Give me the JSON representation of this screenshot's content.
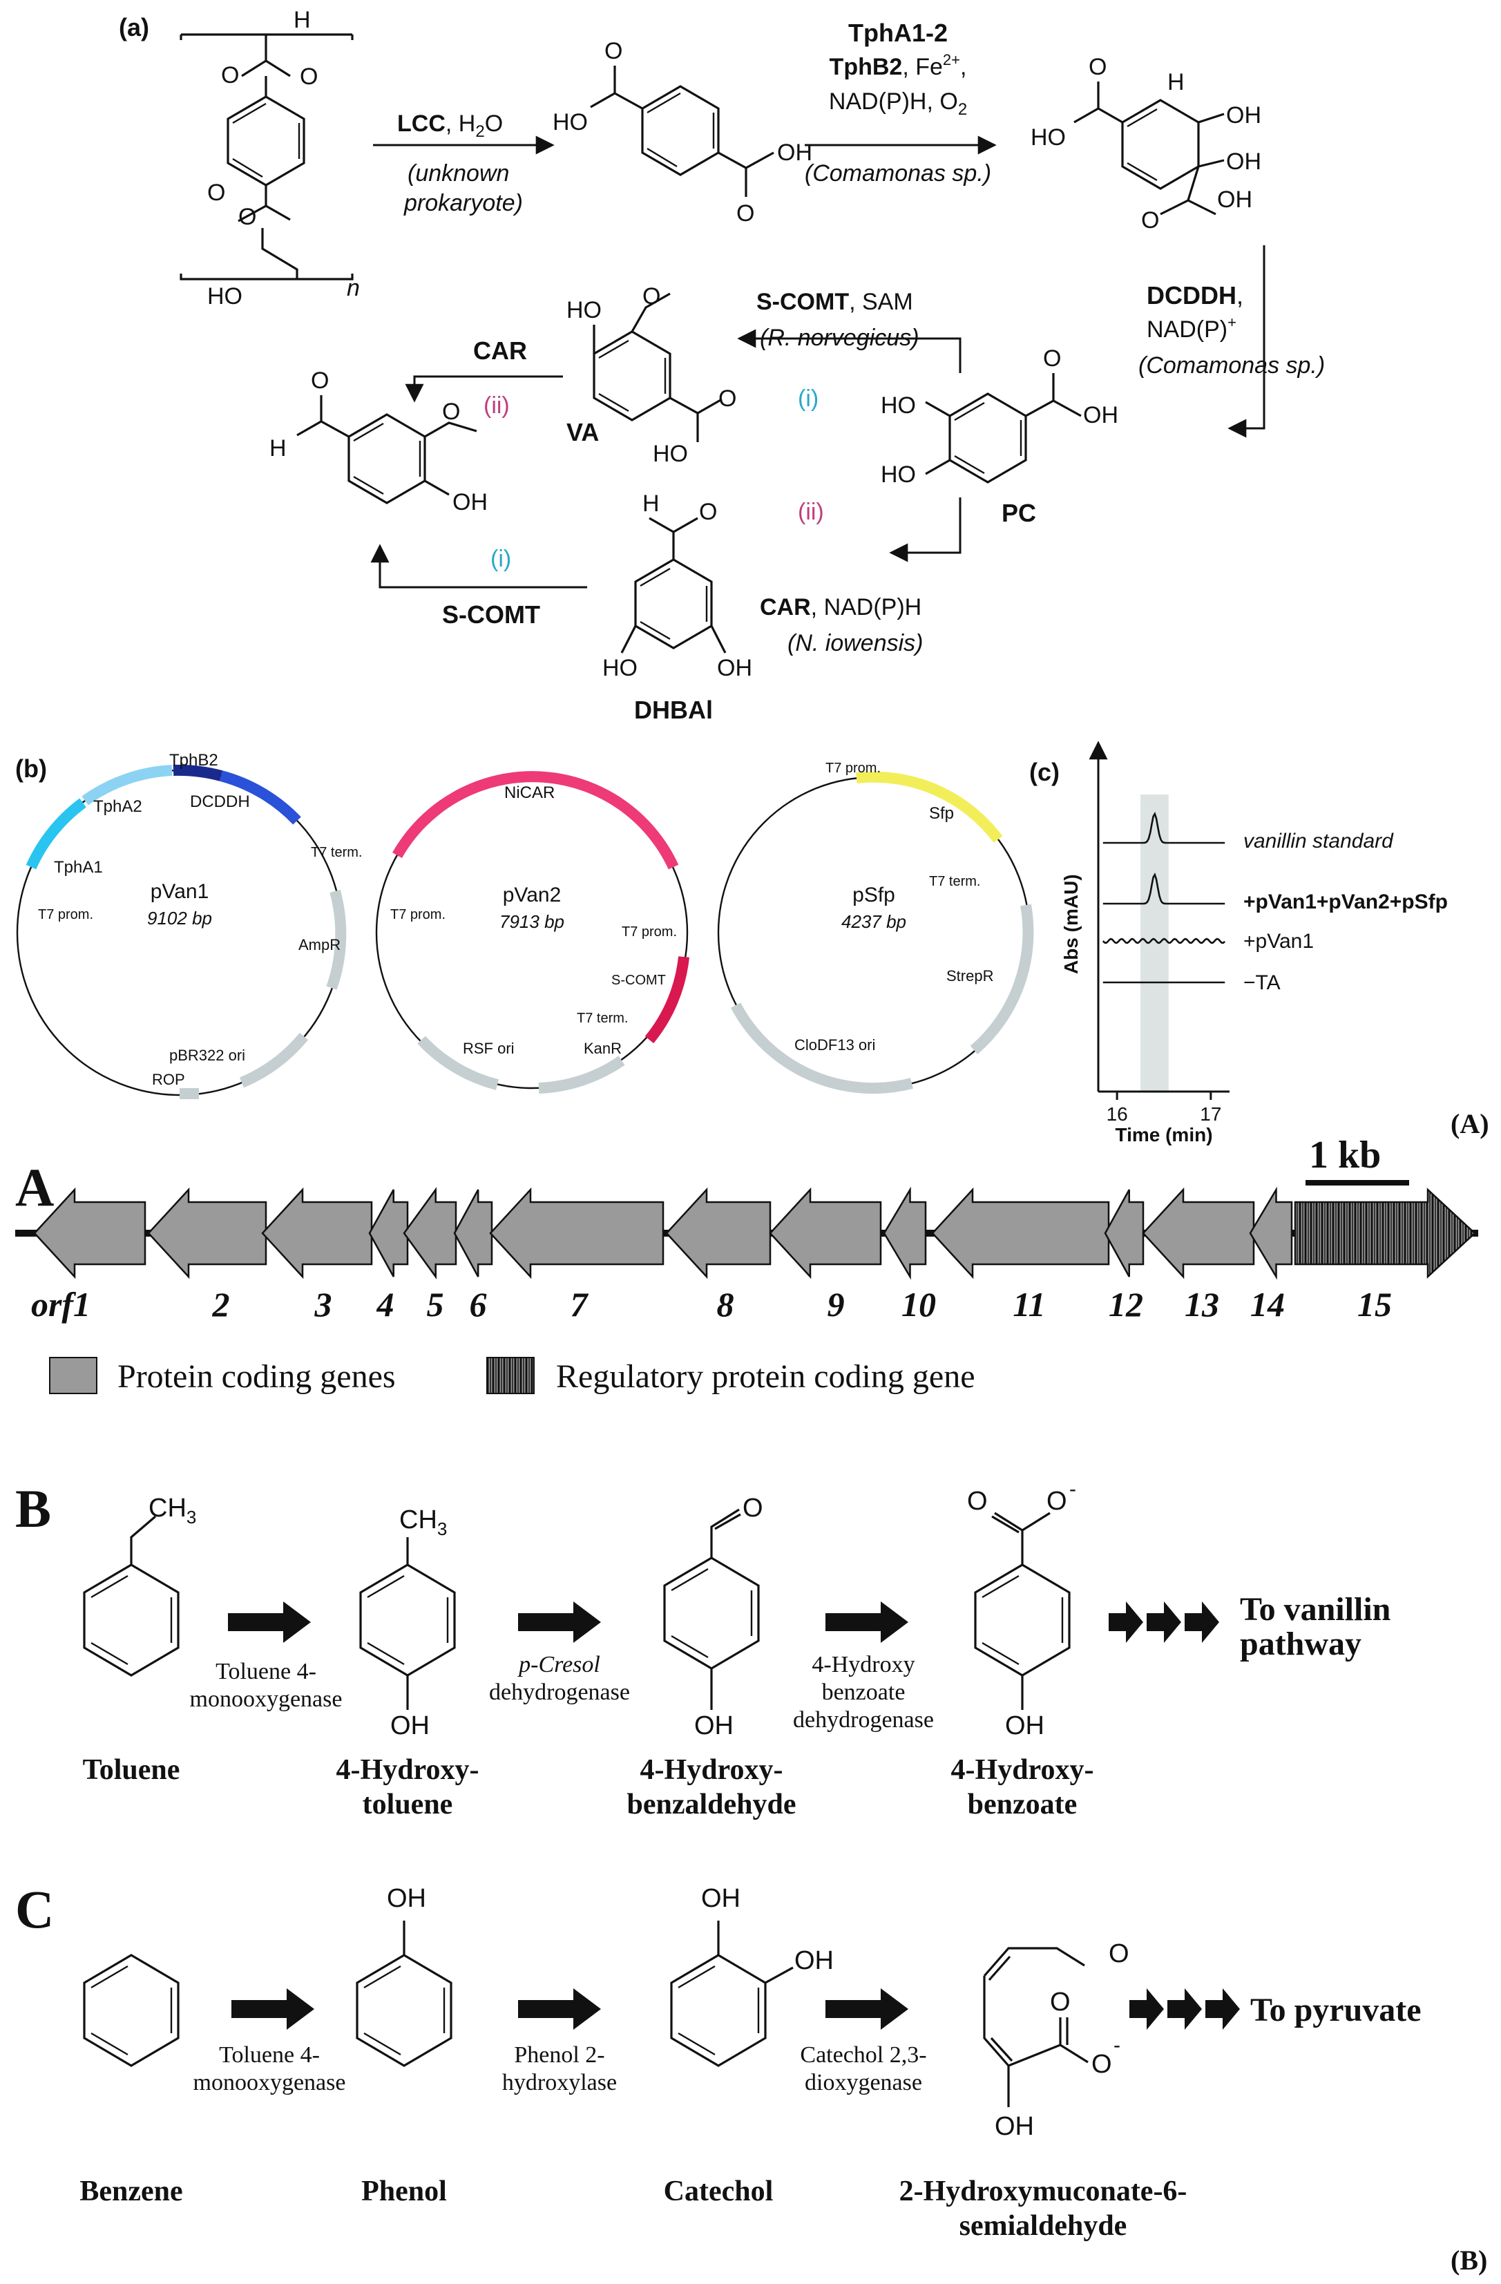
{
  "panel_a": {
    "label": "(a)",
    "pet_labels": {
      "h": "H",
      "o1": "O",
      "o2": "O",
      "o3": "O",
      "o4": "O",
      "ho": "HO",
      "n": "n"
    },
    "step1": {
      "enzyme": "LCC",
      "cond": ", H",
      "sub": "2",
      "tail": "O",
      "org1": "(unknown",
      "org2": "prokaryote)"
    },
    "ta_labels": {
      "ho": "HO",
      "o_top": "O",
      "oh": "OH",
      "o_bot": "O"
    },
    "step2": {
      "l1": "TphA1-2",
      "l2a": "TphB2",
      "l2b": ", Fe",
      "l2sup": "2+",
      "l2c": ",",
      "l3a": "NAD(P)H, O",
      "l3sub": "2",
      "org": "(Comamonas sp.)"
    },
    "diol_labels": {
      "ho": "HO",
      "o": "O",
      "h": "H",
      "oh1": "OH",
      "oh2": "OH",
      "o2": "O",
      "oh3": "OH"
    },
    "step3": {
      "enzyme": "DCDDH",
      "comma": ",",
      "cof": "NAD(P)",
      "sup": "+",
      "org": "(Comamonas sp.)"
    },
    "pc": {
      "name": "PC",
      "ho1": "HO",
      "ho2": "HO",
      "o": "O",
      "oh": "OH"
    },
    "va": {
      "name": "VA",
      "ho": "HO",
      "ome": "O",
      "o": "O",
      "ho2": "HO"
    },
    "vanillin_labels": {
      "h": "H",
      "o": "O",
      "ome": "O",
      "oh": "OH"
    },
    "dhbal": {
      "name": "DHBAl",
      "h": "H",
      "o": "O",
      "ho": "HO",
      "oh": "OH"
    },
    "step4": {
      "enzyme": "S-COMT",
      "cof": ", SAM",
      "org": "(R. norvegicus)",
      "tag": "(i)"
    },
    "step5": {
      "enzyme": "CAR",
      "tag": "(ii)"
    },
    "step6": {
      "enzyme": "CAR",
      "cof": ", NAD(P)H",
      "org": "(N. iowensis)",
      "tag": "(ii)"
    },
    "step7": {
      "enzyme": "S-COMT",
      "tag": "(i)"
    }
  },
  "panel_b": {
    "label": "(b)",
    "plasmids": [
      {
        "name": "pVan1",
        "size": "9102 bp",
        "features": [
          "TphB2",
          "TphA2",
          "DCDDH",
          "TphA1",
          "T7 term.",
          "T7 prom.",
          "AmpR",
          "pBR322 ori",
          "ROP"
        ]
      },
      {
        "name": "pVan2",
        "size": "7913 bp",
        "features": [
          "NiCAR",
          "T7 prom.",
          "T7 prom.",
          "S-COMT",
          "T7 term.",
          "RSF ori",
          "KanR"
        ]
      },
      {
        "name": "pSfp",
        "size": "4237 bp",
        "features": [
          "T7 prom.",
          "Sfp",
          "T7 term.",
          "StrepR",
          "CloDF13 ori"
        ]
      }
    ]
  },
  "panel_c": {
    "label": "(c)",
    "ylabel": "Abs (mAU)",
    "xlabel": "Time (min)",
    "xticks": [
      "16",
      "17"
    ],
    "traces": [
      "vanillin standard",
      "+pVan1+pVan2+pSfp",
      "+pVan1",
      "−TA"
    ]
  },
  "chart_data": {
    "type": "line",
    "title": "",
    "xlabel": "Time (min)",
    "ylabel": "Abs (mAU)",
    "xlim": [
      15.8,
      17.2
    ],
    "grid": false,
    "highlight_x": [
      16.25,
      16.55
    ],
    "series": [
      {
        "name": "vanillin standard",
        "peak_at": 16.4,
        "peak_height": 1.0
      },
      {
        "name": "+pVan1+pVan2+pSfp",
        "peak_at": 16.4,
        "peak_height": 1.0
      },
      {
        "name": "+pVan1",
        "peak_at": null,
        "peak_height": 0.0
      },
      {
        "name": "−TA",
        "peak_at": null,
        "peak_height": 0.0
      }
    ]
  },
  "figure_A_tag": "(A)",
  "figure_B_tag": "(B)",
  "panel_A": {
    "label": "A",
    "scale": "1 kb",
    "genes": [
      "orf1",
      "2",
      "3",
      "4",
      "5",
      "6",
      "7",
      "8",
      "9",
      "10",
      "11",
      "12",
      "13",
      "14",
      "15"
    ],
    "legend_protein": "Protein coding genes",
    "legend_regulatory": "Regulatory protein coding gene"
  },
  "panel_B": {
    "label": "B",
    "compounds": [
      {
        "l1": "Toluene",
        "l2": ""
      },
      {
        "l1": "4-Hydroxy-",
        "l2": "toluene"
      },
      {
        "l1": "4-Hydroxy-",
        "l2": "benzaldehyde"
      },
      {
        "l1": "4-Hydroxy-",
        "l2": "benzoate"
      }
    ],
    "enzymes": [
      {
        "l1": "Toluene 4-",
        "l2": "monooxygenase",
        "l3": ""
      },
      {
        "l1": "p-Cresol",
        "l2": "dehydrogenase",
        "l3": ""
      },
      {
        "l1": "4-Hydroxy",
        "l2": "benzoate",
        "l3": "dehydrogenase"
      }
    ],
    "atoms": {
      "ch3a": "CH",
      "ch3a_sub": "3",
      "ch3b": "CH",
      "ch3b_sub": "3",
      "oh1": "OH",
      "o_ald": "O",
      "oh2": "OH",
      "o_acid": "O",
      "o_minus": "O",
      "charge": "-",
      "oh3": "OH"
    },
    "end_l1": "To vanillin",
    "end_l2": "pathway"
  },
  "panel_C": {
    "label": "C",
    "compounds": [
      {
        "l1": "Benzene",
        "l2": ""
      },
      {
        "l1": "Phenol",
        "l2": ""
      },
      {
        "l1": "Catechol",
        "l2": ""
      },
      {
        "l1": "2-Hydroxymuconate-6-",
        "l2": "semialdehyde"
      }
    ],
    "enzymes": [
      {
        "l1": "Toluene 4-",
        "l2": "monooxygenase"
      },
      {
        "l1": "Phenol 2-",
        "l2": "hydroxylase"
      },
      {
        "l1": "Catechol 2,3-",
        "l2": "dioxygenase"
      }
    ],
    "atoms": {
      "oh_ph": "OH",
      "oh_c1": "OH",
      "oh_c2": "OH",
      "o_ald": "O",
      "o_acid": "O",
      "charge": "-",
      "oh_m": "OH"
    },
    "end": "To pyruvate"
  },
  "colors": {
    "tphA1": "#29c5f0",
    "tphA2": "#8cd3f3",
    "tphB2": "#1a2a8c",
    "dcddh": "#2a52d8",
    "nicar": "#ee3a77",
    "scomt": "#d9184f",
    "sfp": "#f2ee5a",
    "backbone_feature": "#c5cfd1",
    "gene_fill": "#9a9a9a",
    "cyan_tag": "#2aa8c9",
    "magenta_tag": "#c03e7e"
  }
}
